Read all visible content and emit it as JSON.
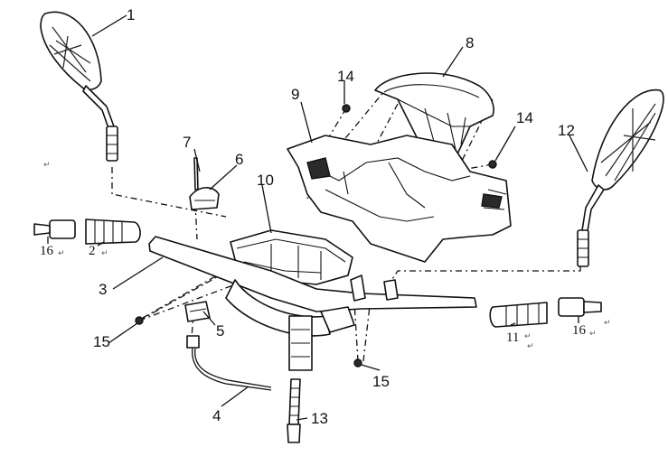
{
  "callouts": {
    "c1": "1",
    "c2": "2",
    "c3": "3",
    "c4": "4",
    "c5": "5",
    "c6": "6",
    "c7": "7",
    "c8": "8",
    "c9": "9",
    "c10": "10",
    "c11": "11",
    "c12": "12",
    "c13": "13",
    "c14a": "14",
    "c14b": "14",
    "c15a": "15",
    "c15b": "15",
    "c16a": "16",
    "c16b": "16"
  },
  "return_mark": "↵"
}
